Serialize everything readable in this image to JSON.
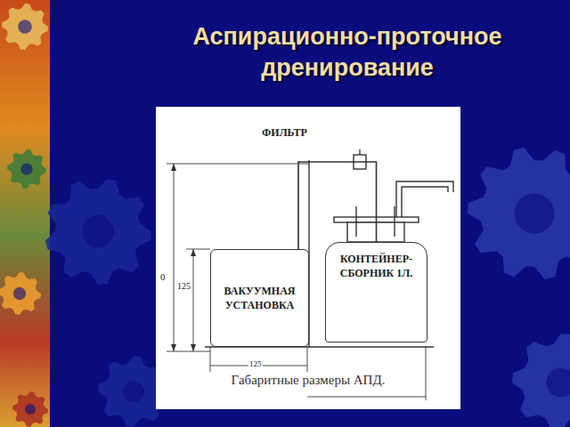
{
  "diagram": {
    "title": "Аспирационно-проточное дренирование",
    "caption": "Габаритные размеры АПД.",
    "nodes": [
      {
        "text": [
          "ВАКУУМНАЯ УСТАНОВКА"
        ]
      },
      {
        "text": [
          "КОНТЕЙНЕР- СБОРНИК 1Л."
        ]
      }
    ],
    "edges": [
      {
        "from": 0,
        "to": 1,
        "arrow": "none"
      }
    ],
    "labels": [
      "ФИЛЬТР",
      "0",
      "125",
      "125"
    ]
  }
}
